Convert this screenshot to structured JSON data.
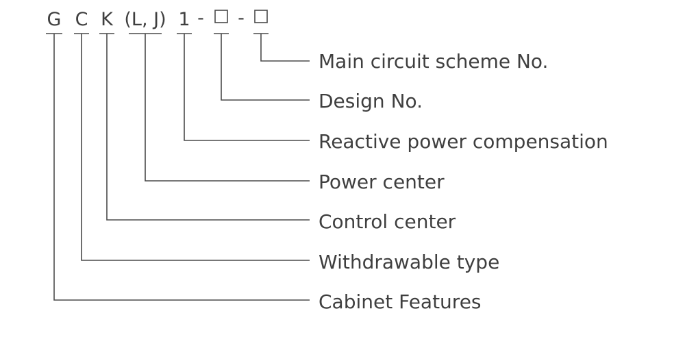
{
  "colors": {
    "text": "#3f3f3f",
    "line": "#4a4a4a"
  },
  "code": {
    "g": "G",
    "c": "C",
    "k": "K",
    "lj": "(L, J)",
    "one": "1",
    "dash1": "-",
    "dash2": "-"
  },
  "labels": {
    "main_circuit": "Main circuit scheme No.",
    "design": "Design No.",
    "reactive": "Reactive power compensation",
    "power_center": "Power center",
    "control_center": "Control center",
    "withdrawable": "Withdrawable type",
    "cabinet": "Cabinet Features"
  }
}
